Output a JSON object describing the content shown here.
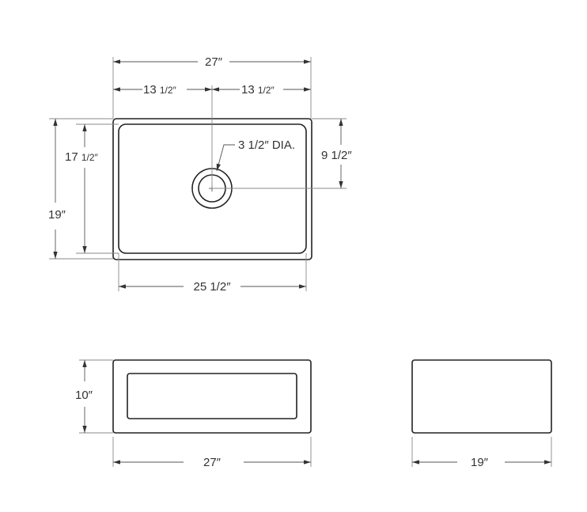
{
  "drawing": {
    "title": "Farmhouse sink dimension drawing",
    "colors": {
      "object_line": "#222222",
      "dimension_line": "#555555",
      "text": "#333333",
      "background": "#ffffff"
    }
  },
  "top_view": {
    "overall_width": {
      "main": "27″"
    },
    "half_width_left": {
      "main": "13 ",
      "frac": "1/2″"
    },
    "half_width_right": {
      "main": "13 ",
      "frac": "1/2″"
    },
    "overall_depth": {
      "main": "19″"
    },
    "inner_depth": {
      "main": "17 ",
      "frac": "1/2″"
    },
    "drain_offset": {
      "main": "9 1/2″"
    },
    "drain_diameter": {
      "main": "3 1/2″ DIA."
    },
    "inner_width": {
      "main": "25 1/2″"
    }
  },
  "front_view": {
    "height": {
      "main": "10″"
    },
    "width": {
      "main": "27″"
    }
  },
  "side_view": {
    "width": {
      "main": "19″"
    }
  }
}
